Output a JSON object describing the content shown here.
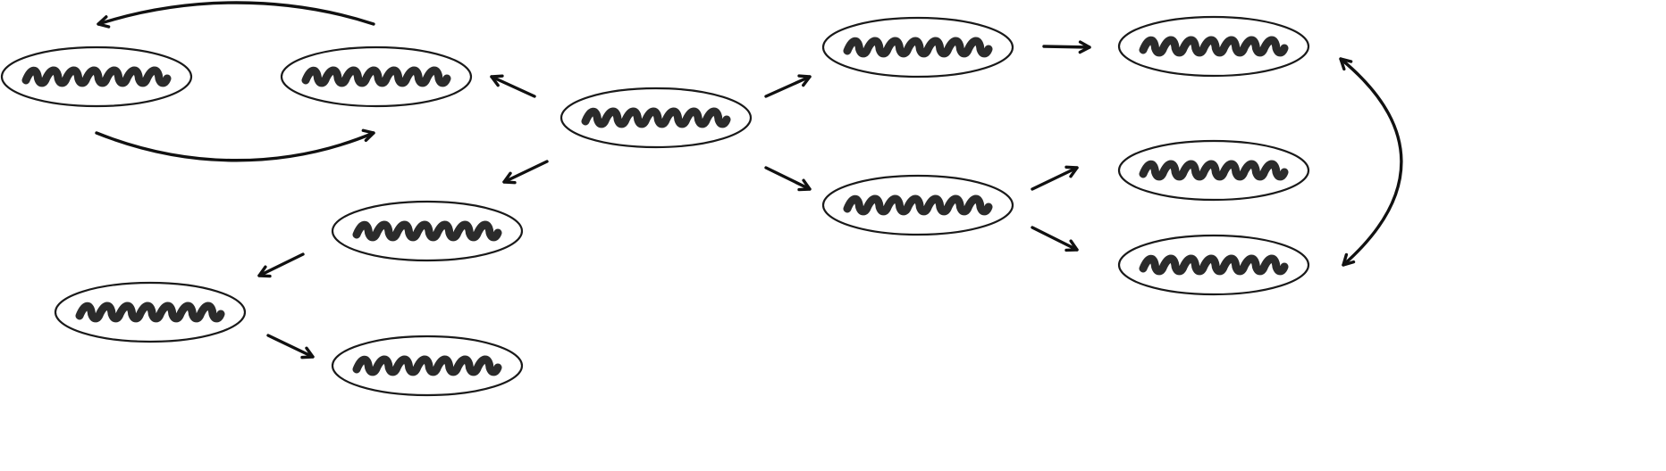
{
  "diagram": {
    "nodes": [
      {
        "id": "n1",
        "label": ""
      },
      {
        "id": "n2",
        "label": ""
      },
      {
        "id": "n3",
        "label": ""
      },
      {
        "id": "n4",
        "label": ""
      },
      {
        "id": "n5",
        "label": ""
      },
      {
        "id": "n6",
        "label": ""
      },
      {
        "id": "n7",
        "label": ""
      },
      {
        "id": "n8",
        "label": ""
      },
      {
        "id": "n9",
        "label": ""
      },
      {
        "id": "n10",
        "label": ""
      },
      {
        "id": "n11",
        "label": ""
      },
      {
        "id": "n12",
        "label": ""
      }
    ],
    "edges": [
      {
        "from": "n7",
        "to": "n2"
      },
      {
        "from": "n7",
        "to": "n3"
      },
      {
        "from": "n7",
        "to": "n8"
      },
      {
        "from": "n7",
        "to": "n9"
      },
      {
        "from": "n2",
        "to": "n1"
      },
      {
        "from": "n1",
        "to": "n2"
      },
      {
        "from": "n3",
        "to": "n4"
      },
      {
        "from": "n4",
        "to": "n5"
      },
      {
        "from": "n8",
        "to": "n10"
      },
      {
        "from": "n9",
        "to": "n11"
      },
      {
        "from": "n9",
        "to": "n12"
      },
      {
        "from": "n10",
        "to": "n12"
      },
      {
        "from": "n12",
        "to": "n10"
      }
    ],
    "colors": {
      "stroke": "#111111",
      "scribble": "#2b2b2b",
      "background": "#ffffff"
    }
  }
}
